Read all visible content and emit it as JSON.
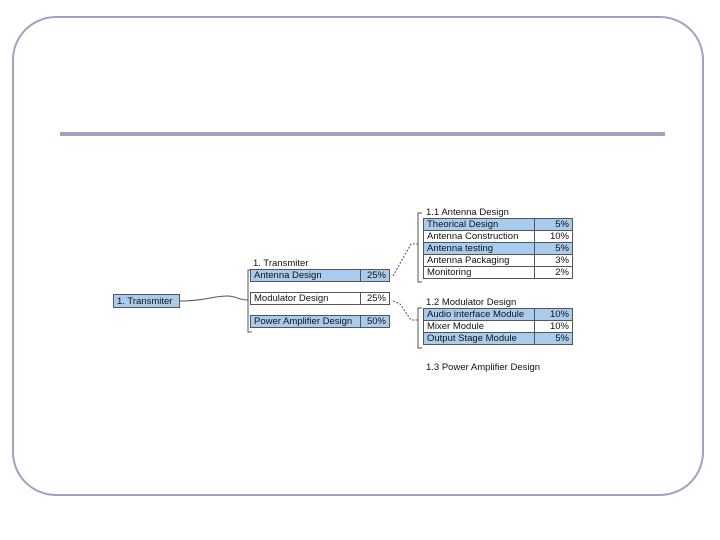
{
  "diagram": {
    "root": "1. Transmiter",
    "level1": {
      "heading": "1. Transmiter",
      "rows": [
        {
          "label": "Antenna Design",
          "pct": "25%",
          "highlight": true
        },
        {
          "label": "Modulator Design",
          "pct": "25%",
          "highlight": false
        },
        {
          "label": "Power Amplifier Design",
          "pct": "50%",
          "highlight": true
        }
      ]
    },
    "antenna": {
      "heading": "1.1 Antenna Design",
      "rows": [
        {
          "label": "Theorical Design",
          "pct": "5%",
          "highlight": true
        },
        {
          "label": "Antenna Construction",
          "pct": "10%",
          "highlight": false
        },
        {
          "label": "Antenna testing",
          "pct": "5%",
          "highlight": true
        },
        {
          "label": "Antenna Packaging",
          "pct": "3%",
          "highlight": false
        },
        {
          "label": "Monitoring",
          "pct": "2%",
          "highlight": false
        }
      ]
    },
    "modulator": {
      "heading": "1.2 Modulator Design",
      "rows": [
        {
          "label": "Audio interface Module",
          "pct": "10%",
          "highlight": true
        },
        {
          "label": "Mixer Module",
          "pct": "10%",
          "highlight": false
        },
        {
          "label": "Output Stage Module",
          "pct": "5%",
          "highlight": true
        }
      ]
    },
    "amplifier": {
      "heading": "1.3 Power Amplifier Design"
    }
  },
  "colors": {
    "highlight": "#a9ccee",
    "frame": "#9ea3bf"
  }
}
